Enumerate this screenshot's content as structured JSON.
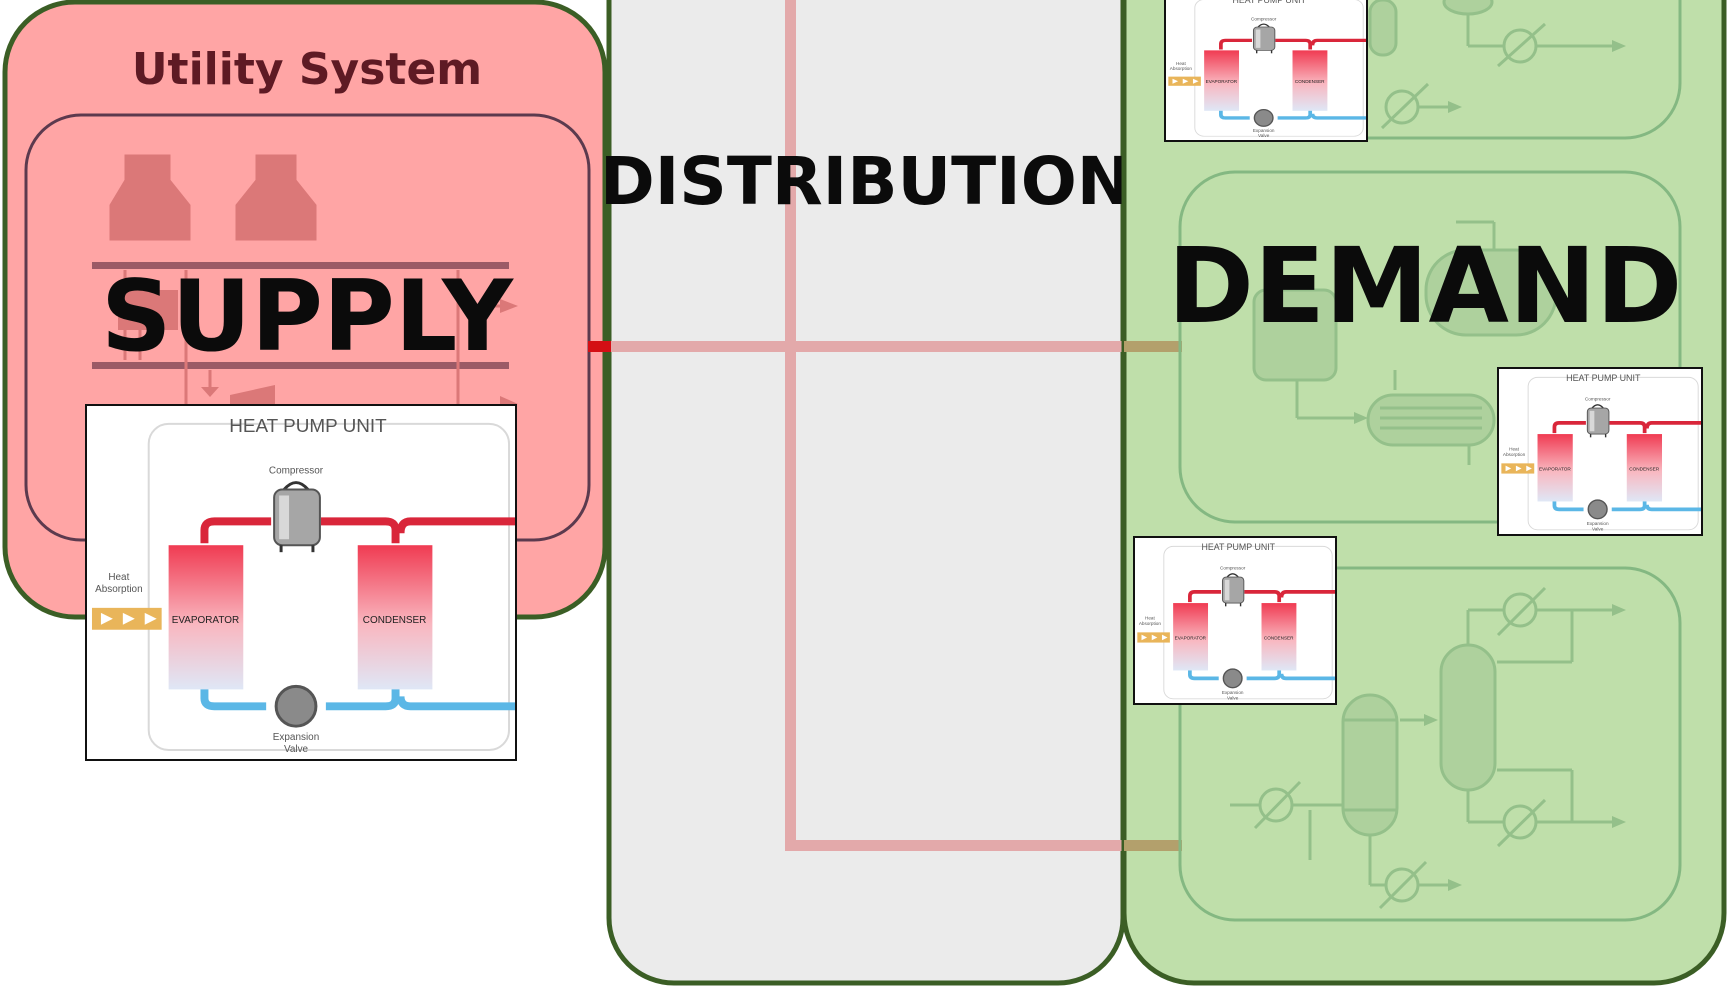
{
  "utility_title": "Utility System",
  "supply_label": "SUPPLY",
  "distribution_label": "DISTRIBUTION",
  "demand_label": "DEMAND",
  "heat_pump": {
    "title": "HEAT PUMP UNIT",
    "compressor": "Compressor",
    "heat_absorption_1": "Heat",
    "heat_absorption_2": "Absorption",
    "evaporator": "EVAPORATOR",
    "condenser": "CONDENSER",
    "expansion_1": "Expansion",
    "expansion_2": "Valve"
  },
  "colors": {
    "supply_fill": "#ffa5a5",
    "distribution_fill": "#ebebeb",
    "demand_fill": "#bfdfaa",
    "panel_border": "#3b5e25",
    "pipe": "#e3a9aa",
    "hot": "#d9263a",
    "cold": "#5bb7e6",
    "heat_in": "#e9b55a"
  }
}
